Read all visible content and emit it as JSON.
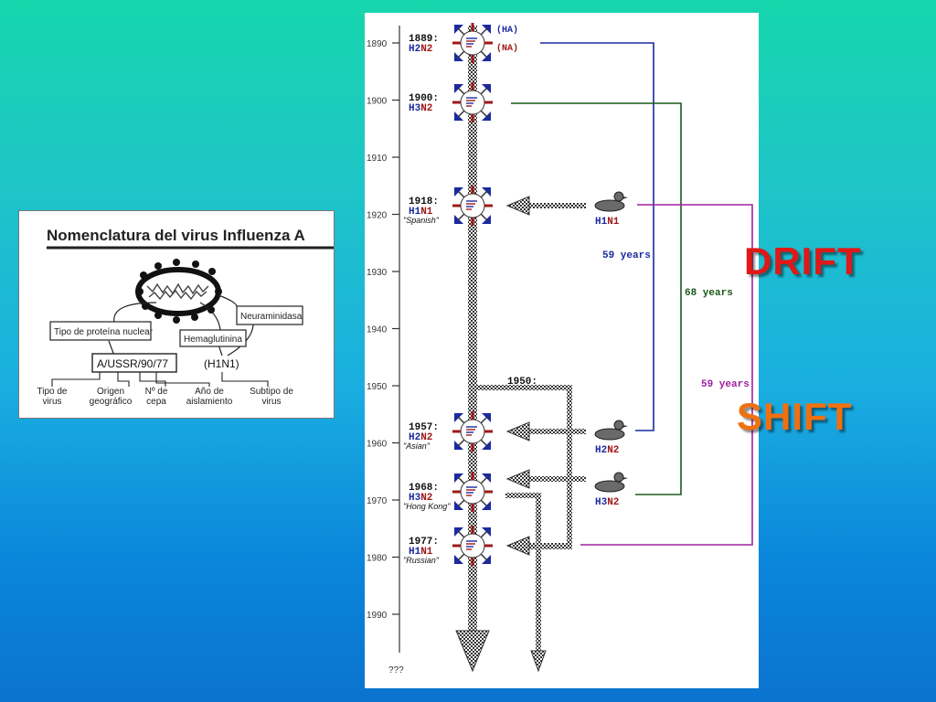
{
  "labels": {
    "drift": "DRIFT",
    "shift": "SHIFT",
    "drift_color": "#e01818",
    "shift_color": "#f07010"
  },
  "nomenclature": {
    "title": "Nomenclatura del virus Influenza A",
    "nucleo": "Tipo de proteína nuclear",
    "neuraminidasa": "Neuraminidasa",
    "hemaglutinina": "Hemaglutinina",
    "strain": "A/USSR/90/77",
    "subtype": "(H1N1)",
    "fields": [
      {
        "l1": "Tipo de",
        "l2": "virus"
      },
      {
        "l1": "Origen",
        "l2": "geográfico"
      },
      {
        "l1": "Nº de",
        "l2": "cepa"
      },
      {
        "l1": "Año de",
        "l2": "aislamiento"
      },
      {
        "l1": "Subtipo de",
        "l2": "virus"
      }
    ]
  },
  "timeline": {
    "years": [
      "1890",
      "1900",
      "1910",
      "1920",
      "1930",
      "1940",
      "1950",
      "1960",
      "1970",
      "1980",
      "1990"
    ],
    "end_label": "???",
    "legend_ha": "(HA)",
    "legend_na": "(NA)",
    "mid_year": "1950:",
    "colors": {
      "h": "#1a2aa0",
      "n": "#a01818",
      "line_blue": "#1a2aa0",
      "line_green": "#1a5a1a",
      "line_purple": "#a020a0"
    },
    "pandemics": [
      {
        "year": "1889:",
        "h": "H2",
        "n": "N2",
        "name": ""
      },
      {
        "year": "1900:",
        "h": "H3",
        "n": "N2",
        "name": ""
      },
      {
        "year": "1918:",
        "h": "H1",
        "n": "N1",
        "name": "\"Spanish\""
      },
      {
        "year": "1957:",
        "h": "H2",
        "n": "N2",
        "name": "\"Asian\""
      },
      {
        "year": "1968:",
        "h": "H3",
        "n": "N2",
        "name": "\"Hong Kong\""
      },
      {
        "year": "1977:",
        "h": "H1",
        "n": "N1",
        "name": "\"Russian\""
      }
    ],
    "birds": [
      {
        "h": "H1",
        "n": "N1"
      },
      {
        "h": "H2",
        "n": "N2"
      },
      {
        "h": "H3",
        "n": "N2"
      }
    ],
    "intervals": [
      {
        "text": "59 years",
        "color": "#1a2aa0"
      },
      {
        "text": "68 years",
        "color": "#1a5a1a"
      },
      {
        "text": "59 years",
        "color": "#a020a0"
      }
    ]
  }
}
